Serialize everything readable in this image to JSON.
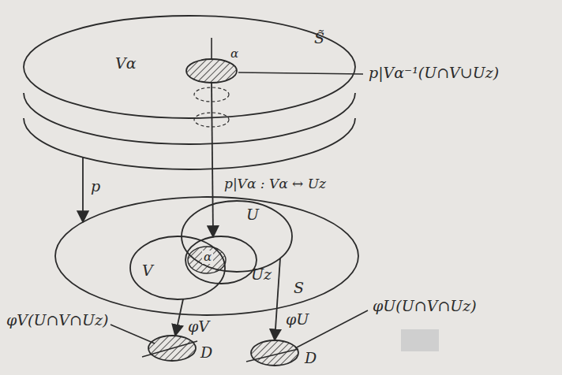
{
  "diagram": {
    "nodes": [
      {
        "text": [
          "S̃"
        ]
      },
      {
        "text": [
          "Vα"
        ],
        "in": 0
      },
      {
        "text": [
          "S"
        ]
      },
      {
        "text": [
          "V"
        ],
        "in": 2
      },
      {
        "text": [
          "U"
        ],
        "in": 2
      },
      {
        "text": [
          "Uz"
        ],
        "in": 2
      },
      {
        "text": [
          "D"
        ]
      },
      {
        "text": [
          "D"
        ]
      }
    ],
    "edges": [
      {
        "from": 0,
        "to": 2,
        "label": "p",
        "arrow": "to"
      },
      {
        "from": 1,
        "to": 5,
        "label": "p|Vα : Vα ↔ Uz",
        "arrow": "to"
      },
      {
        "from": 3,
        "to": 6,
        "label": "φV",
        "arrow": "to"
      },
      {
        "from": 4,
        "to": 7,
        "label": "φU",
        "arrow": "to"
      }
    ],
    "labels": [
      "α",
      "p|Vα⁻¹(U∩V∪Uz)",
      "α",
      "φV(U∩V∩Uz)",
      "φU(U∩V∩Uz)"
    ]
  }
}
